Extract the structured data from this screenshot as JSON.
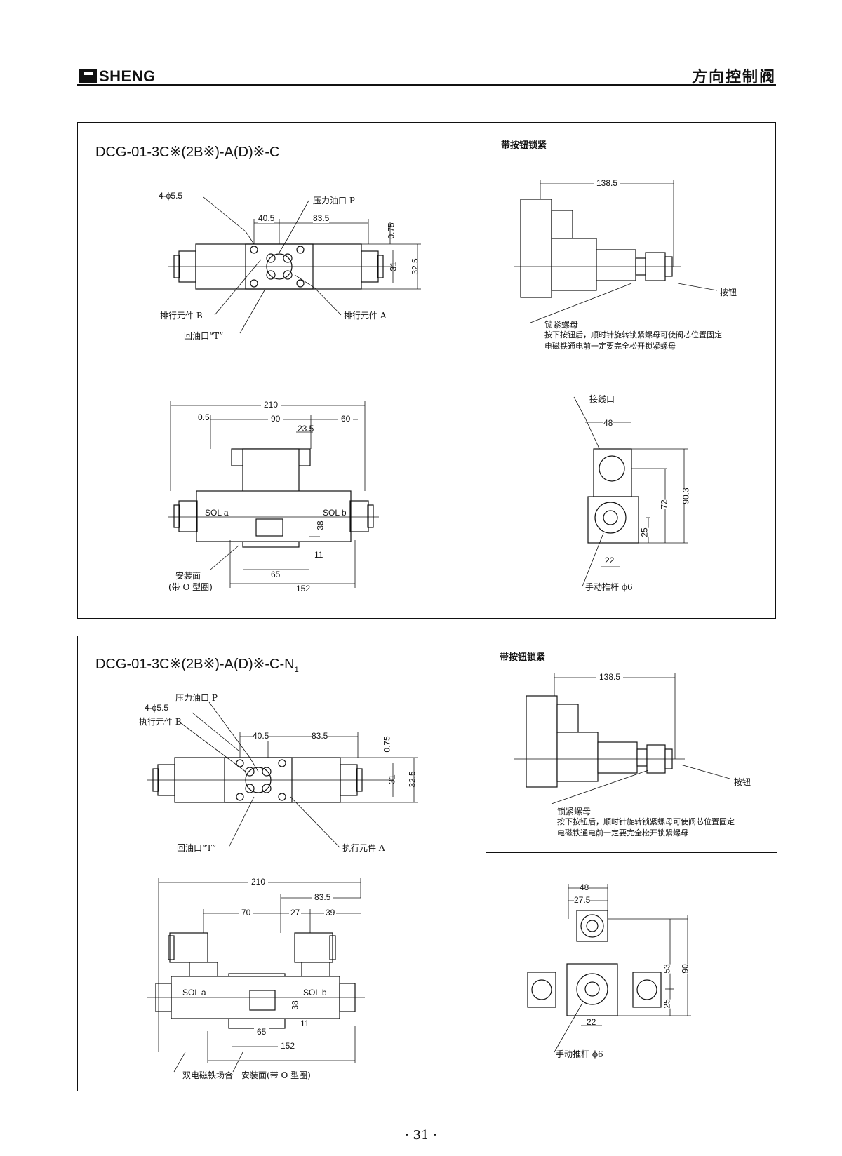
{
  "header": {
    "brand": "SHENG",
    "title": "方向控制阀"
  },
  "section1": {
    "title": "DCG-01-3C※(2B※)-A(D)※-C",
    "top_labels": {
      "holes": "4-ϕ5.5",
      "pressure_port": "压力油口 P",
      "port_b": "排行元件 B",
      "port_a": "排行元件 A",
      "return_port": "回油口“T”"
    },
    "top_dims": {
      "d1": "40.5",
      "d2": "83.5",
      "d3": "0.75",
      "d4": "31",
      "d5": "32.5"
    },
    "side_dims": {
      "w": "210",
      "d_05": "0.5",
      "d_90": "90",
      "d_60": "60",
      "d_235": "23.5",
      "d_38": "38",
      "d_11": "11",
      "d_65": "65",
      "d_152": "152"
    },
    "sol_a": "SOL a",
    "sol_b": "SOL b",
    "mount_face": "安装面",
    "mount_face2": "(带 O 型圈)",
    "inset": {
      "title": "带按钮锁紧",
      "dim": "138.5",
      "button": "按钮",
      "lock_nut": "锁紧螺母",
      "note1": "按下按钮后，顺时针旋转锁紧螺母可使阀芯位置固定",
      "note2": "电磁铁通电前一定要完全松开锁紧螺母"
    },
    "end_view": {
      "wire_port": "接线口",
      "d48": "48",
      "d72": "72",
      "d903": "90.3",
      "d25": "25",
      "d22": "22",
      "manual": "手动推杆 ϕ6"
    }
  },
  "section2": {
    "title": "DCG-01-3C※(2B※)-A(D)※-C-N",
    "title_sub": "1",
    "top_labels": {
      "pressure_port": "压力油口 P",
      "holes": "4-ϕ5.5",
      "port_b": "执行元件 B",
      "return_port": "回油口“T”",
      "port_a": "执行元件 A"
    },
    "top_dims": {
      "d1": "40.5",
      "d2": "83.5",
      "d3": "0.75",
      "d4": "31",
      "d5": "32.5"
    },
    "side_dims": {
      "w": "210",
      "d_835": "83.5",
      "d_70": "70",
      "d_27": "27",
      "d_39": "39",
      "d_38": "38",
      "d_11": "11",
      "d_65": "65",
      "d_152": "152"
    },
    "sol_a": "SOL a",
    "sol_b": "SOL b",
    "dual": "双电磁铁场合",
    "mount_face": "安装面(带 O 型圈)",
    "inset": {
      "title": "带按钮锁紧",
      "dim": "138.5",
      "button": "按钮",
      "lock_nut": "锁紧螺母",
      "note1": "按下按钮后，顺时针旋转锁紧螺母可使阀芯位置固定",
      "note2": "电磁铁通电前一定要完全松开锁紧螺母"
    },
    "end_view": {
      "d48": "48",
      "d275": "27.5",
      "d53": "53",
      "d90": "90",
      "d25": "25",
      "d22": "22",
      "manual": "手动推杆 ϕ6"
    }
  },
  "footer": {
    "page_number": "· 31 ·"
  }
}
